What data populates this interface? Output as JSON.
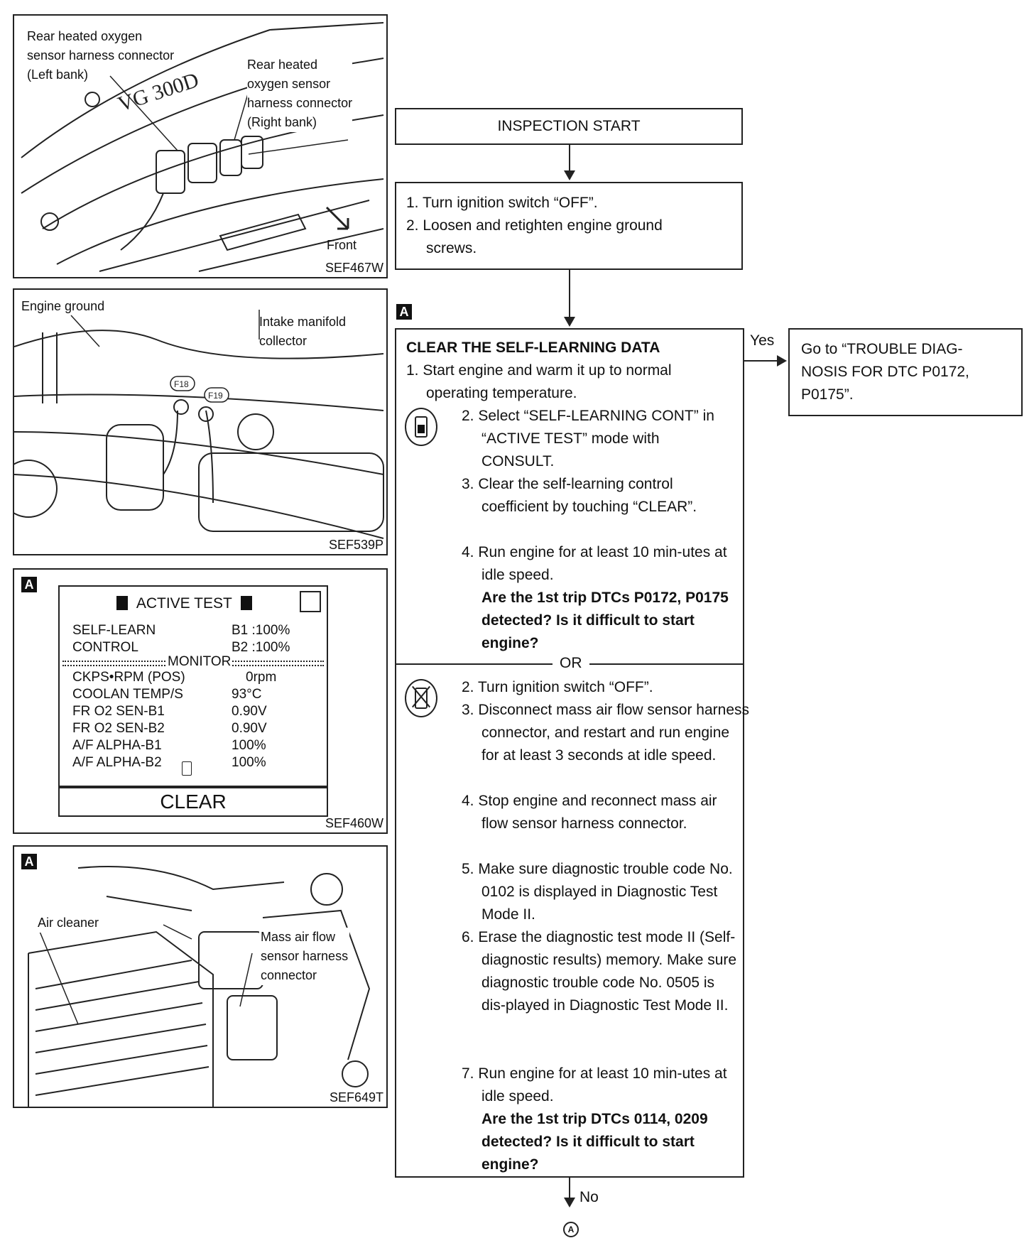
{
  "fig1": {
    "label_left": [
      "Rear heated oxygen",
      "sensor harness connector",
      "(Left bank)"
    ],
    "label_right": [
      "Rear heated",
      "oxygen sensor",
      "harness connector",
      "(Right bank)"
    ],
    "engine_text": "VG 300D",
    "front": "Front",
    "code": "SEF467W"
  },
  "fig2": {
    "engine_ground": "Engine ground",
    "intake": [
      "Intake manifold",
      "collector"
    ],
    "f18": "F18",
    "f19": "F19",
    "code": "SEF539P"
  },
  "fig3": {
    "tag": "A",
    "title": "ACTIVE TEST",
    "rows_top": [
      {
        "label": "SELF-LEARN",
        "value": "B1 :100%"
      },
      {
        "label": "CONTROL",
        "value": "B2 :100%"
      }
    ],
    "monitor": "MONITOR",
    "rows": [
      {
        "label": "CKPS•RPM (POS)",
        "value": "0rpm"
      },
      {
        "label": "COOLAN TEMP/S",
        "value": "93°C"
      },
      {
        "label": "FR O2 SEN-B1",
        "value": "0.90V"
      },
      {
        "label": "FR O2 SEN-B2",
        "value": "0.90V"
      },
      {
        "label": "A/F ALPHA-B1",
        "value": "100%"
      },
      {
        "label": "A/F ALPHA-B2",
        "value": "100%"
      }
    ],
    "clear": "CLEAR",
    "code": "SEF460W"
  },
  "fig4": {
    "tag": "A",
    "air_cleaner": "Air cleaner",
    "maf": [
      "Mass air flow",
      "sensor harness",
      "connector"
    ],
    "code": "SEF649T"
  },
  "flow": {
    "start": "INSPECTION START",
    "step1": [
      "1. Turn ignition switch “OFF”.",
      "2. Loosen and retighten engine ground",
      "screws."
    ],
    "tag": "A",
    "heading": "CLEAR THE SELF-LEARNING DATA",
    "intro": [
      "1. Start engine and warm it up to normal",
      "operating temperature."
    ],
    "consult_steps": [
      "2. Select “SELF-LEARNING CONT” in “ACTIVE TEST” mode with CONSULT.",
      "3. Clear the self-learning control coefficient by touching “CLEAR”.",
      "4. Run engine for at least 10 min-utes at idle speed."
    ],
    "consult_question": "Are the 1st trip DTCs P0172, P0175 detected? Is it difficult to start engine?",
    "or": "OR",
    "noconsult_steps": [
      "2. Turn ignition switch “OFF”.",
      "3. Disconnect mass air flow sensor harness connector, and restart and run engine for at least 3 seconds at idle speed.",
      "4. Stop engine and reconnect mass air flow sensor harness connector.",
      "5. Make sure diagnostic trouble code No. 0102 is displayed in Diagnostic Test Mode II.",
      "6. Erase the diagnostic test mode II (Self-diagnostic results) memory. Make sure diagnostic trouble code No. 0505 is dis-played in Diagnostic Test Mode II.",
      "7. Run engine for at least 10 min-utes at idle speed."
    ],
    "noconsult_question": "Are the 1st trip DTCs 0114, 0209 detected? Is it difficult to start engine?",
    "yes": "Yes",
    "no": "No",
    "go_to": "Go to “TROUBLE DIAG-NOSIS FOR DTC P0172, P0175”.",
    "connector": "A"
  }
}
